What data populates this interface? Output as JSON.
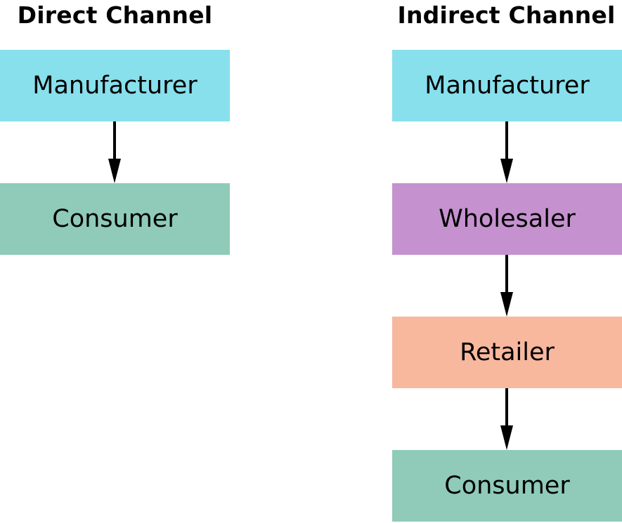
{
  "direct": {
    "heading": "Direct Channel",
    "nodes": [
      {
        "label": "Manufacturer",
        "color": "#87e0ec"
      },
      {
        "label": "Consumer",
        "color": "#8fcbb8"
      }
    ]
  },
  "indirect": {
    "heading": "Indirect Channel",
    "nodes": [
      {
        "label": "Manufacturer",
        "color": "#87e0ec"
      },
      {
        "label": "Wholesaler",
        "color": "#c592cf"
      },
      {
        "label": "Retailer",
        "color": "#f8b89e"
      },
      {
        "label": "Consumer",
        "color": "#8fcbb8"
      }
    ]
  },
  "arrow_color": "#000000"
}
